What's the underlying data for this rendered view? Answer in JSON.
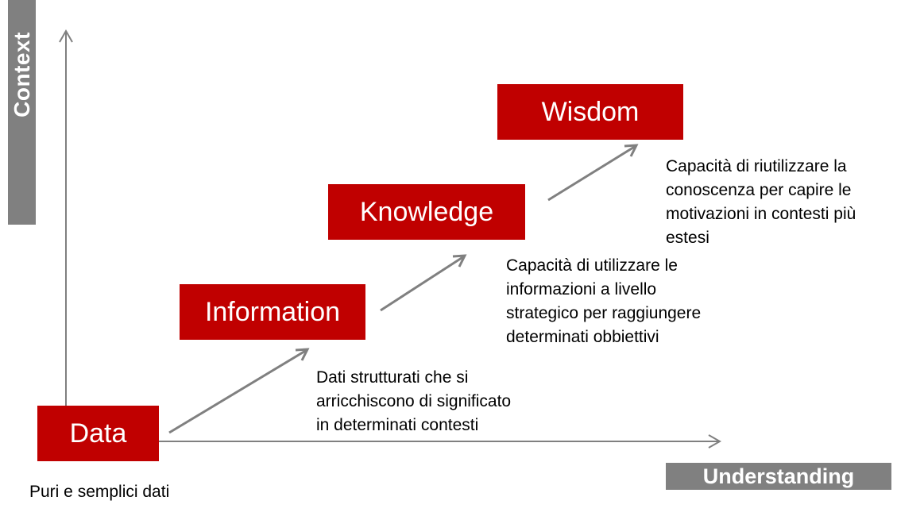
{
  "axes": {
    "y_label": "Context",
    "x_label": "Understanding"
  },
  "stages": [
    {
      "label": "Data",
      "description": [
        "Puri e semplici dati"
      ]
    },
    {
      "label": "Information",
      "description": [
        "Dati strutturati che si",
        "arricchiscono di significato",
        "in determinati contesti"
      ]
    },
    {
      "label": "Knowledge",
      "description": [
        "Capacità di utilizzare le",
        "informazioni a livello",
        "strategico per raggiungere",
        "determinati obbiettivi"
      ]
    },
    {
      "label": "Wisdom",
      "description": [
        "Capacità di riutilizzare la",
        "conoscenza per capire le",
        "motivazioni in contesti più",
        "estesi"
      ]
    }
  ],
  "colors": {
    "stage_fill": "#c00000",
    "axis_label_fill": "#808080",
    "arrow": "#808080"
  }
}
